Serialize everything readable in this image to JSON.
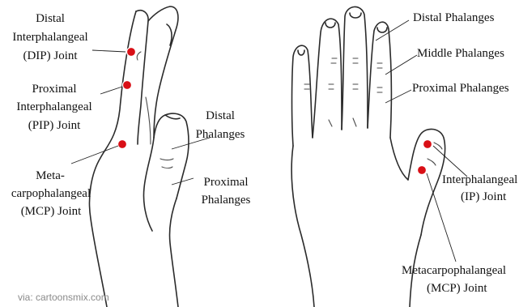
{
  "labels": {
    "dip_line1": "Distal",
    "dip_line2": "Interphalangeal",
    "dip_line3": "(DIP) Joint",
    "pip_line1": "Proximal",
    "pip_line2": "Interphalangeal",
    "pip_line3": "(PIP) Joint",
    "mcp_left_line1": "Meta-",
    "mcp_left_line2": "carpophalangeal",
    "mcp_left_line3": "(MCP) Joint",
    "thumb_distal_line1": "Distal",
    "thumb_distal_line2": "Phalanges",
    "thumb_proximal_line1": "Proximal",
    "thumb_proximal_line2": "Phalanges",
    "distal_phalanges": "Distal Phalanges",
    "middle_phalanges": "Middle Phalanges",
    "proximal_phalanges": "Proximal Phalanges",
    "ip_line1": "Interphalangeal",
    "ip_line2": "(IP) Joint",
    "mcp_right_line1": "Metacarpophalangeal",
    "mcp_right_line2": "(MCP) Joint"
  },
  "credit": "via: cartoonsmix.com",
  "colors": {
    "joint_marker": "#d90f16",
    "outline": "#2b2b2b"
  }
}
